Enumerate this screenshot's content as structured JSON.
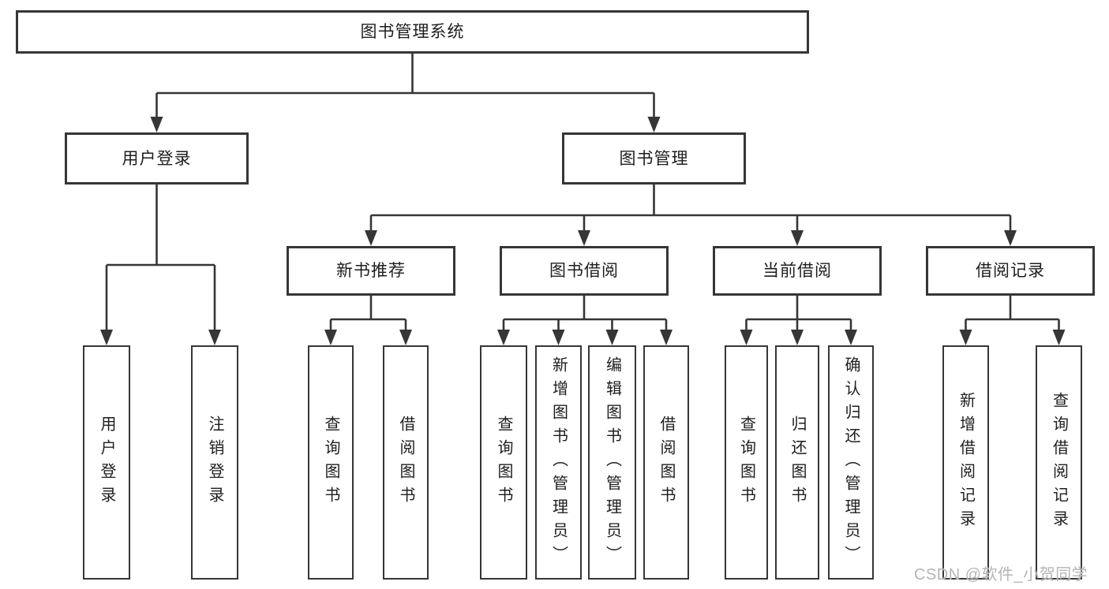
{
  "diagram": {
    "type": "hierarchy-tree",
    "title": "图书管理系统",
    "nodes": [
      {
        "id": "root",
        "label": "图书管理系统",
        "parent": null
      },
      {
        "id": "user-login",
        "label": "用户登录",
        "parent": "root"
      },
      {
        "id": "book-mgmt",
        "label": "图书管理",
        "parent": "root"
      },
      {
        "id": "new-book-rec",
        "label": "新书推荐",
        "parent": "book-mgmt"
      },
      {
        "id": "book-borrow",
        "label": "图书借阅",
        "parent": "book-mgmt"
      },
      {
        "id": "current-borrow",
        "label": "当前借阅",
        "parent": "book-mgmt"
      },
      {
        "id": "borrow-record",
        "label": "借阅记录",
        "parent": "book-mgmt"
      },
      {
        "id": "leaf-user-login",
        "label": "用户登录",
        "parent": "user-login"
      },
      {
        "id": "leaf-logout",
        "label": "注销登录",
        "parent": "user-login"
      },
      {
        "id": "leaf-query-book-1",
        "label": "查询图书",
        "parent": "new-book-rec"
      },
      {
        "id": "leaf-borrow-book-1",
        "label": "借阅图书",
        "parent": "new-book-rec"
      },
      {
        "id": "leaf-query-book-2",
        "label": "查询图书",
        "parent": "book-borrow"
      },
      {
        "id": "leaf-add-book",
        "label": "新增图书（管理员）",
        "parent": "book-borrow"
      },
      {
        "id": "leaf-edit-book",
        "label": "编辑图书（管理员）",
        "parent": "book-borrow"
      },
      {
        "id": "leaf-borrow-book-2",
        "label": "借阅图书",
        "parent": "book-borrow"
      },
      {
        "id": "leaf-query-book-3",
        "label": "查询图书",
        "parent": "current-borrow"
      },
      {
        "id": "leaf-return-book",
        "label": "归还图书",
        "parent": "current-borrow"
      },
      {
        "id": "leaf-confirm-return",
        "label": "确认归还（管理员）",
        "parent": "current-borrow"
      },
      {
        "id": "leaf-add-borrow-record",
        "label": "新增借阅记录",
        "parent": "borrow-record"
      },
      {
        "id": "leaf-query-borrow-record",
        "label": "查询借阅记录",
        "parent": "borrow-record"
      }
    ],
    "colors": {
      "line": "#363636",
      "box_border": "#363636",
      "box_fill": "#ffffff",
      "text": "#1e1e1e",
      "background": "#ffffff"
    }
  },
  "watermark": {
    "text": "CSDN @软件_小贺同学",
    "color": "#b5b5b5"
  }
}
